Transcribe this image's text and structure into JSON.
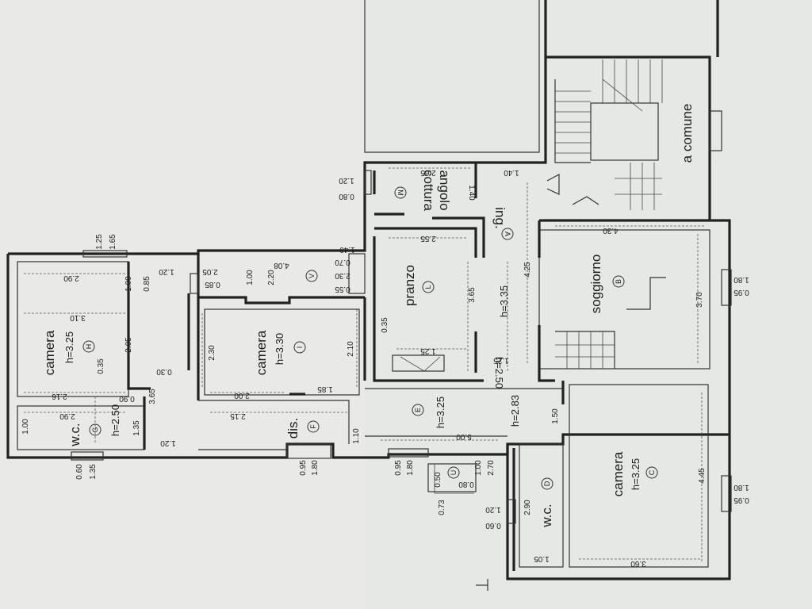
{
  "rooms": {
    "camera_h": {
      "name": "camera",
      "height": "h=3.25",
      "tag": "H"
    },
    "camera_i": {
      "name": "camera",
      "height": "h=3.30",
      "tag": "I"
    },
    "wc_g": {
      "name": "w.c.",
      "height": "h=2.50",
      "tag": "G"
    },
    "dis_f": {
      "name": "dis.",
      "tag": "F"
    },
    "v": {
      "tag": "V"
    },
    "pranzo_l": {
      "name": "pranzo",
      "tag": "L"
    },
    "angolo_m": {
      "name": "angolo",
      "name2": "cottura",
      "tag": "M"
    },
    "ing_a": {
      "name": "ing.",
      "tag": "A",
      "height": "h=3.35"
    },
    "e": {
      "tag": "E",
      "height": "h=3.25"
    },
    "soggiorno_b": {
      "name": "soggiorno",
      "tag": "B"
    },
    "camera_c": {
      "name": "camera",
      "height": "h=3.25",
      "tag": "C"
    },
    "wc_d": {
      "name": "w.c.",
      "tag": "D"
    },
    "u": {
      "tag": "U"
    },
    "comune": {
      "name": "a comune"
    }
  },
  "heights_misc": {
    "h283": "h=2.83",
    "h250b": "h=2.50"
  },
  "dimensions": {
    "d125": "1.25",
    "d165": "1.65",
    "d290a": "2.90",
    "d310": "3.10",
    "d100a": "1.00",
    "d205a": "2.05",
    "d035a": "0.35",
    "d216": "2.16",
    "d085a": "0.85",
    "d120a": "1.20",
    "d030a": "0.30",
    "d090": "0.90",
    "d365a": "3.65",
    "d120b": "1.20",
    "d290b": "2.90",
    "d100b": "1.00",
    "d135a": "1.35",
    "d060a": "0.60",
    "d135b": "1.35",
    "d205b": "2.05",
    "d085b": "0.85",
    "d100c": "1.00",
    "d220": "2.20",
    "d408": "4.08",
    "d070": "0.70",
    "d230a": "2.30",
    "d055": "0.55",
    "d140a": "1.40",
    "d230b": "2.30",
    "d210": "2.10",
    "d185": "1.85",
    "d200": "2.00",
    "d215": "2.15",
    "d180a": "1.80",
    "d095a": "0.95",
    "d180b": "1.80",
    "d095b": "0.95",
    "d110": "1.10",
    "d120c": "1.20",
    "d080a": "0.80",
    "d265": "2.65",
    "d140b": "1.40",
    "d140c": "1.40",
    "d255": "2.55",
    "d365b": "3.65",
    "d035b": "0.35",
    "d125b": "1.25",
    "d125c": "1.25",
    "d425": "4.25",
    "d430": "4.30",
    "d370": "3.70",
    "d180c": "1.80",
    "d095c": "0.95",
    "d500": "5.00",
    "d150": "1.50",
    "d445": "4.45",
    "d180d": "1.80",
    "d095d": "0.95",
    "d360": "3.60",
    "d105": "1.05",
    "d290c": "2.90",
    "d120d": "1.20",
    "d060b": "0.60",
    "d100d": "1.00",
    "d270": "2.70",
    "d073": "0.73",
    "d080b": "0.80",
    "d050": "0.50"
  }
}
